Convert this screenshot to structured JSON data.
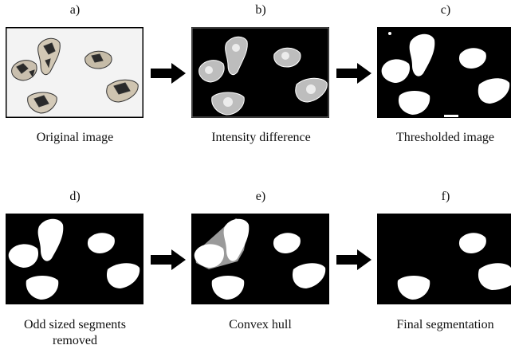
{
  "panels": [
    {
      "label": "a)",
      "caption": "Original image"
    },
    {
      "label": "b)",
      "caption": "Intensity difference"
    },
    {
      "label": "c)",
      "caption": "Thresholded image"
    },
    {
      "label": "d)",
      "caption": "Odd sized segments removed"
    },
    {
      "label": "e)",
      "caption": "Convex hull"
    },
    {
      "label": "f)",
      "caption": "Final segmentation"
    }
  ],
  "colors": {
    "background_light": "#f3f3f3",
    "background_dark": "#000000",
    "segment": "#ffffff",
    "hull_fill": "#9a9a9a",
    "arrow": "#000000"
  }
}
